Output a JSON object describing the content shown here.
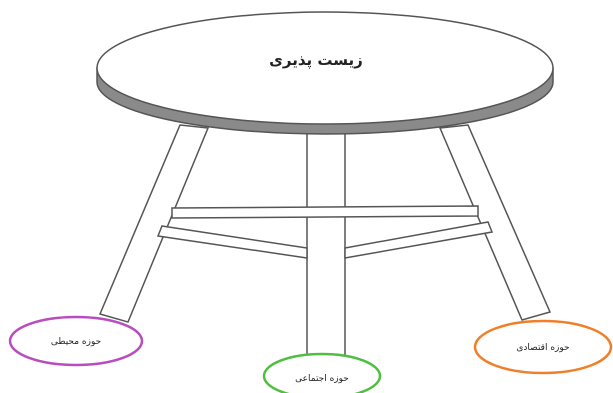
{
  "diagram": {
    "table_top_label": "زیست پذیری",
    "legs": [
      {
        "label": "حوزه محیطی",
        "color": "#b84dbd"
      },
      {
        "label": "حوزه اجتماعی",
        "color": "#4fbf3f"
      },
      {
        "label": "حوزه اقتصادی",
        "color": "#f07f2a"
      }
    ]
  }
}
